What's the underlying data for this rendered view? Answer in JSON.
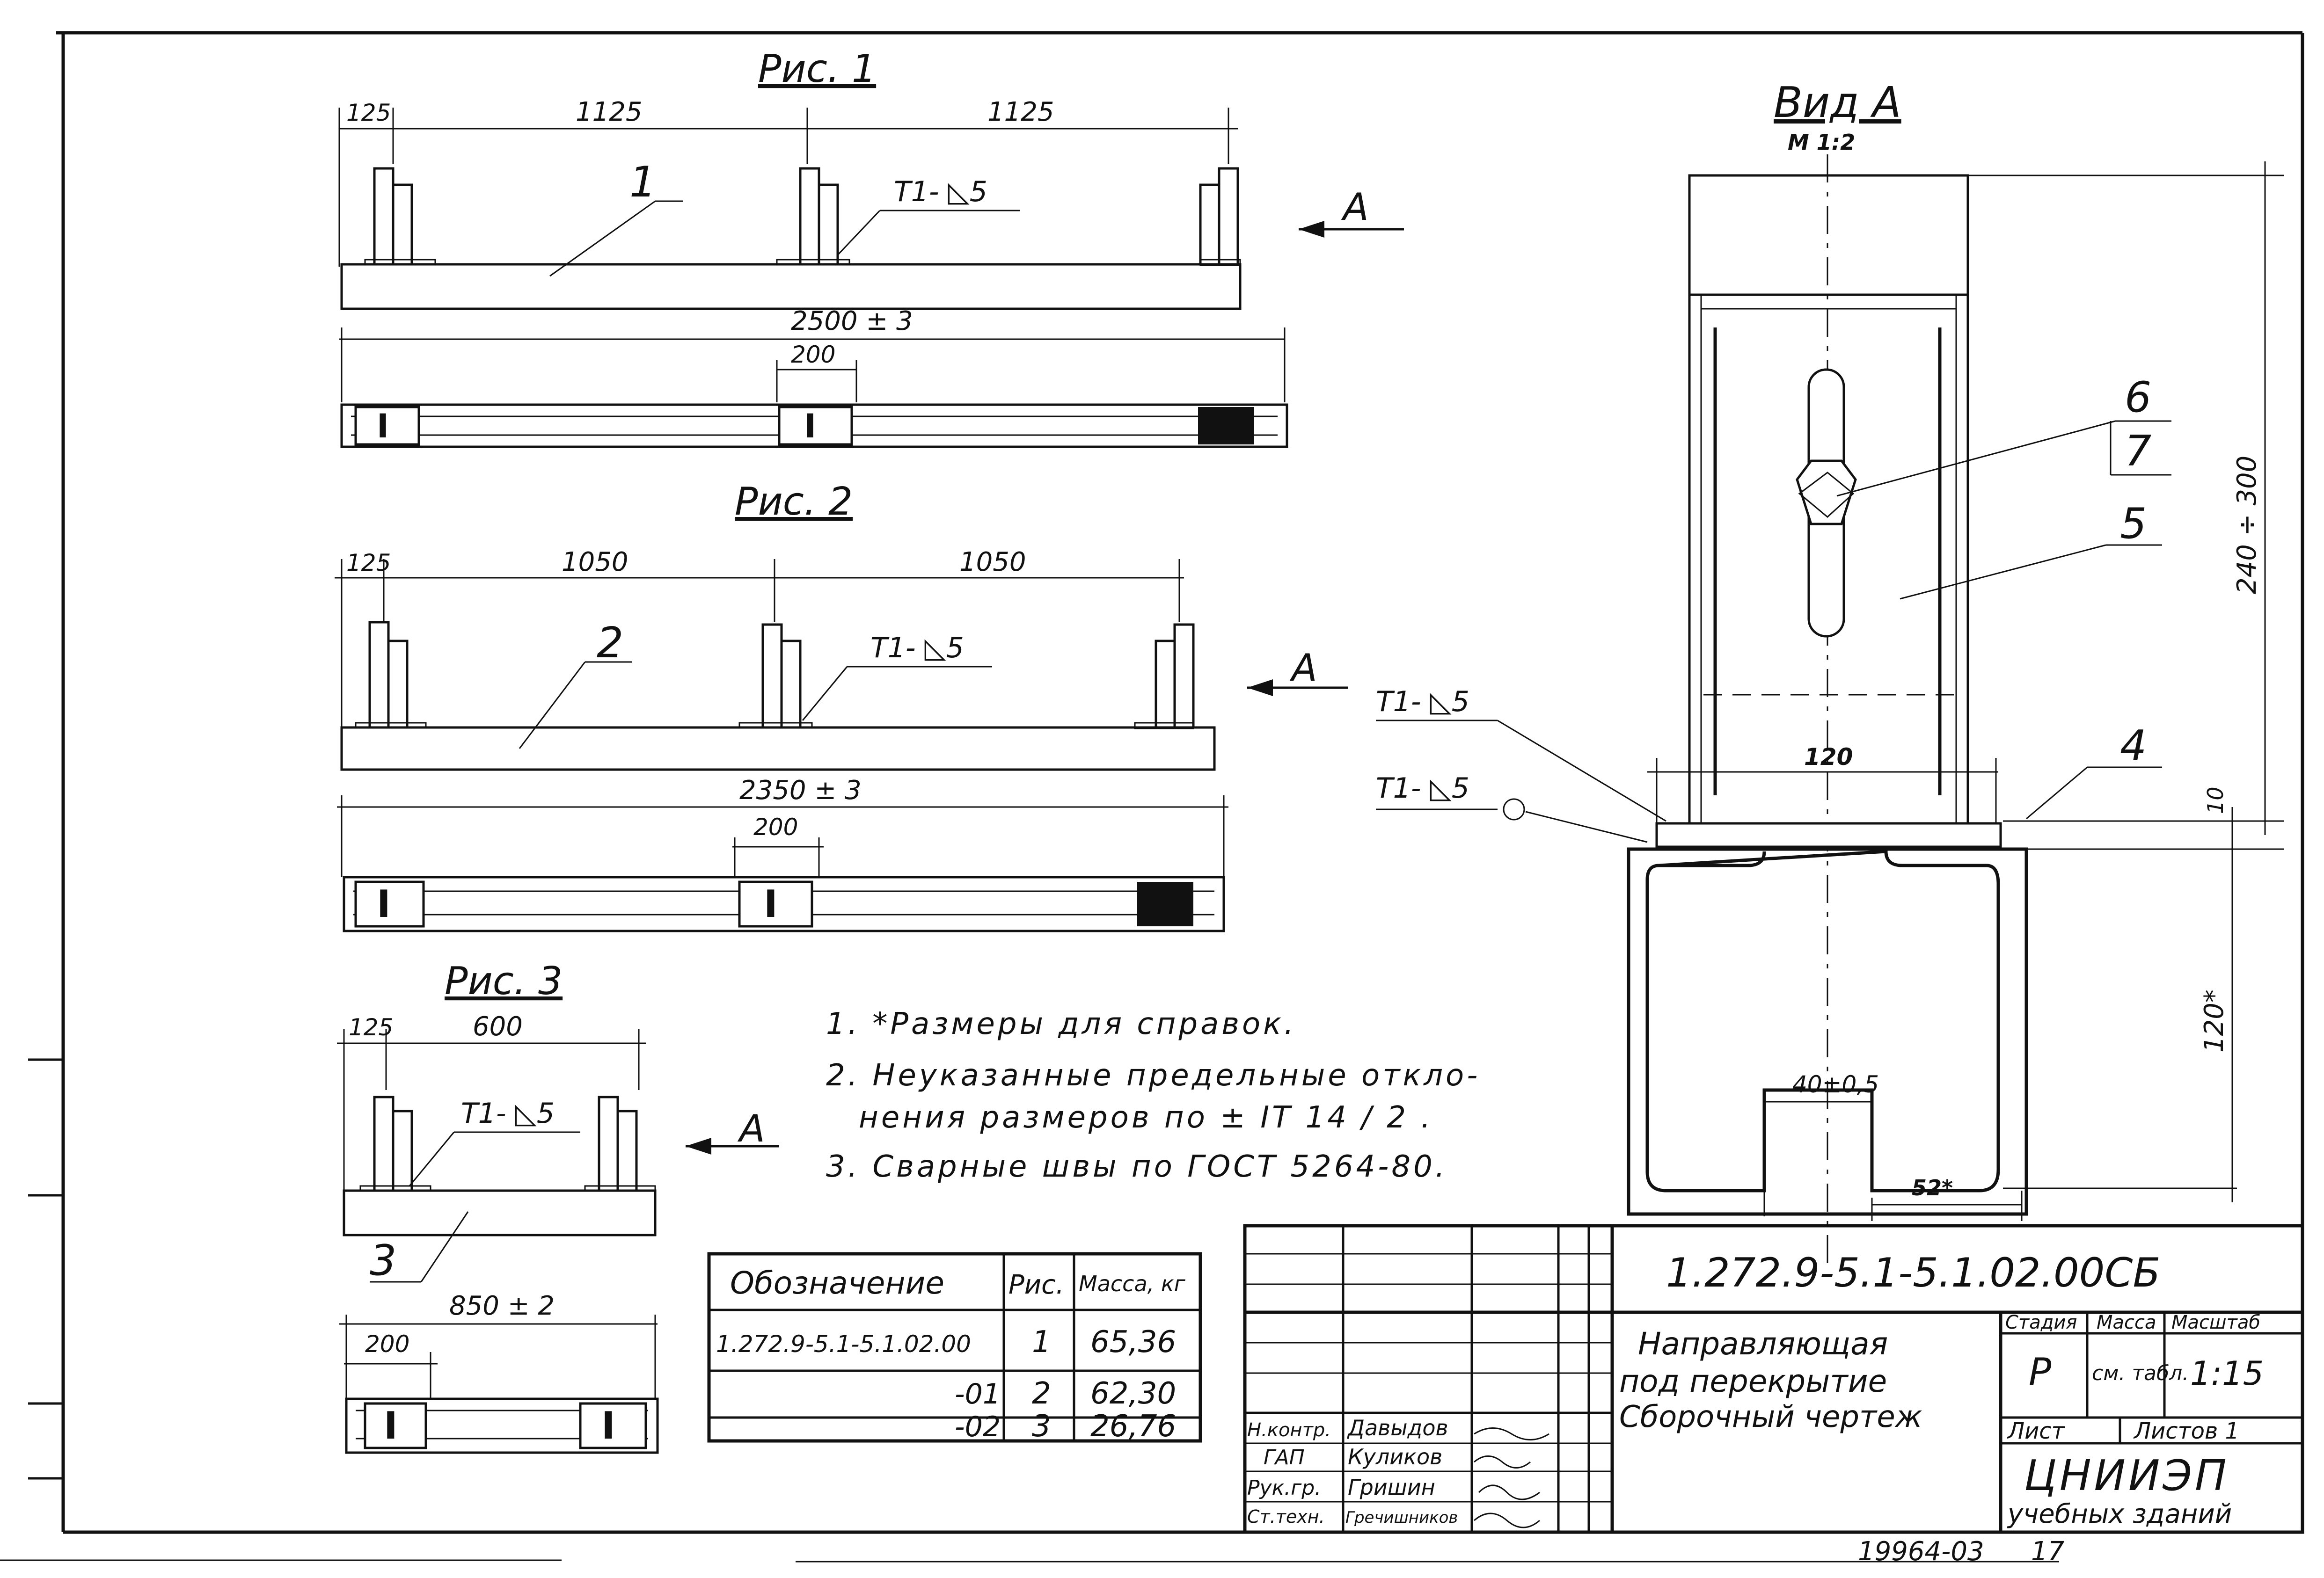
{
  "figures": {
    "fig1": {
      "title": "Рис. 1",
      "dims": {
        "edge": "125",
        "span_left": "1125",
        "span_right": "1125",
        "total": "2500 ± 3",
        "bottom": "200"
      },
      "weld": "Т1- ◺5",
      "pos": "1",
      "view_arrow": "А"
    },
    "fig2": {
      "title": "Рис. 2",
      "dims": {
        "edge": "125",
        "span_left": "1050",
        "span_right": "1050",
        "total": "2350 ± 3",
        "bottom": "200"
      },
      "weld": "Т1- ◺5",
      "pos": "2",
      "view_arrow": "А"
    },
    "fig3": {
      "title": "Рис. 3",
      "dims": {
        "edge": "125",
        "span": "600",
        "total": "850 ± 2",
        "bottom": "200"
      },
      "weld": "Т1- ◺5",
      "pos": "3",
      "view_arrow": "А"
    }
  },
  "view_a": {
    "title": "Вид А",
    "scale": "М 1:2",
    "pos": [
      "6",
      "7",
      "5",
      "4"
    ],
    "weld1": "Т1- ◺5",
    "weld2": "Т1- ◺5",
    "dims": {
      "width": "120",
      "height_top": "240 ÷ 300",
      "gap": "10",
      "height_rail": "120*",
      "slot": "40±0,5",
      "base": "52*"
    }
  },
  "notes": [
    "1. *Размеры для справок.",
    "2. Неуказанные предельные откло-",
    "нения размеров по ± IT 14 / 2 .",
    "3. Сварные швы по ГОСТ 5264-80."
  ],
  "spec_table": {
    "headers": [
      "Обозначение",
      "Рис.",
      "Масса, кг"
    ],
    "rows": [
      [
        "1.272.9-5.1-5.1.02.00",
        "1",
        "65,36"
      ],
      [
        "-01",
        "2",
        "62,30"
      ],
      [
        "-02",
        "3",
        "26,76"
      ]
    ]
  },
  "title_block": {
    "code": "1.272.9-5.1-5.1.02.00СБ",
    "name": [
      "Направляющая",
      "под перекрытие",
      "Сборочный чертеж"
    ],
    "stage_header": "Стадия",
    "mass_header": "Масса",
    "scale_header": "Масштаб",
    "stage": "Р",
    "mass": "см. табл.",
    "scale": "1:15",
    "sheet_label": "Лист",
    "sheets_label": "Листов 1",
    "org": [
      "ЦНИИЭП",
      "учебных зданий"
    ],
    "signers": [
      {
        "role": "Н.контр.",
        "name": "Давыдов"
      },
      {
        "role": "ГАП",
        "name": "Куликов"
      },
      {
        "role": "Рук.гр.",
        "name": "Гришин"
      },
      {
        "role": "Ст.техн.",
        "name": "Гречишников"
      }
    ]
  },
  "footer": {
    "number": "19964-03",
    "page": "17"
  }
}
